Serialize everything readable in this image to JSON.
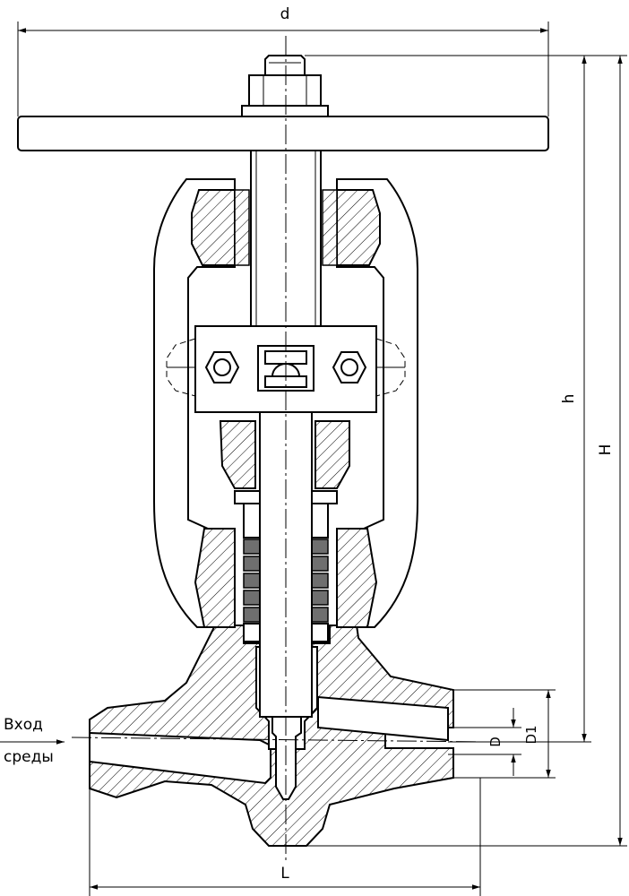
{
  "labels": {
    "d": "d",
    "h": "h",
    "H": "H",
    "L": "L",
    "D": "D",
    "D1": "D1",
    "inlet_line1": "Вход",
    "inlet_line2": "среды"
  }
}
